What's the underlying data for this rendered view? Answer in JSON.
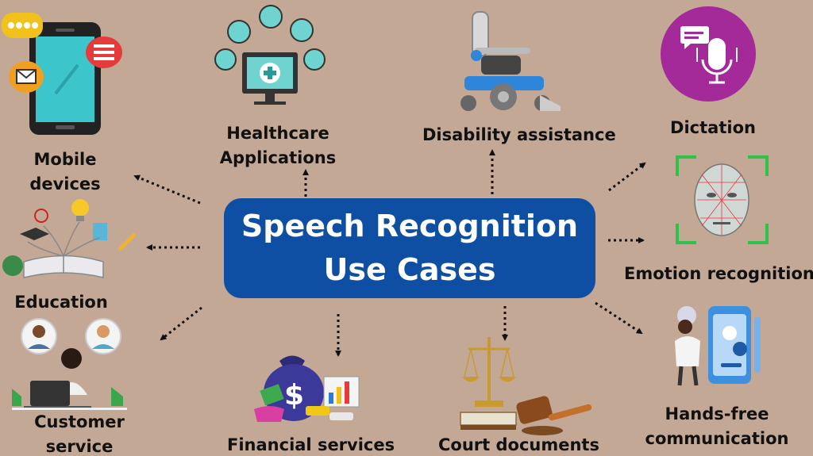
{
  "title": {
    "line1": "Speech Recognition",
    "line2": "Use Cases"
  },
  "use_cases": {
    "mobile_devices": {
      "line1": "Mobile",
      "line2": "devices"
    },
    "healthcare": {
      "line1": "Healthcare",
      "line2": "Applications"
    },
    "disability": {
      "line1": "Disability assistance"
    },
    "dictation": {
      "line1": "Dictation"
    },
    "emotion": {
      "line1": "Emotion recognition"
    },
    "education": {
      "line1": "Education"
    },
    "customer_service": {
      "line1": "Customer",
      "line2": "service"
    },
    "financial": {
      "line1": "Financial services"
    },
    "court": {
      "line1": "Court documents"
    },
    "hands_free": {
      "line1": "Hands-free",
      "line2": "communication"
    }
  },
  "icons": {
    "mobile": "smartphone-chat-icon",
    "healthcare": "medical-monitor-icon",
    "disability": "wheelchair-icon",
    "dictation": "microphone-icon",
    "emotion": "face-scan-icon",
    "education": "open-book-icon",
    "customer_service": "call-center-icon",
    "financial": "money-bag-icon",
    "court": "scales-gavel-icon",
    "hands_free": "phone-call-icon"
  },
  "colors": {
    "background": "#c4a896",
    "center_box": "#0f4fa3",
    "center_text": "#ffffff",
    "label_text": "#111111",
    "dictation_circle": "#a42a9a"
  }
}
